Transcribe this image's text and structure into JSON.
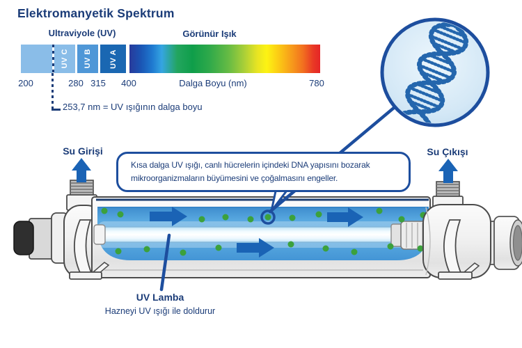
{
  "title": "Elektromanyetik Spektrum",
  "spectrum": {
    "uv_group_label": "Ultraviyole (UV)",
    "visible_label": "Görünür Işık",
    "bands": [
      {
        "label": "UV C"
      },
      {
        "label": "UV B"
      },
      {
        "label": "UV A"
      }
    ],
    "ticks": [
      "200",
      "280",
      "315",
      "400",
      "780"
    ],
    "axis_label": "Dalga Boyu (nm)",
    "note": "253,7 nm = UV ışığının dalga boyu"
  },
  "callout": {
    "line1": "Kısa dalga UV ışığı, canlı hücrelerin içindeki DNA yapısını bozarak",
    "line2": "mikroorganizmaların büyümesini ve çoğalmasını engeller."
  },
  "device": {
    "inlet_label": "Su Girişi",
    "outlet_label": "Su Çıkışı",
    "lamp_label": "UV Lamba",
    "lamp_sublabel": "Hazneyi UV ışığı ile doldurur"
  },
  "colors": {
    "navy_text": "#1b3c78",
    "outline_blue": "#1d4e9e",
    "arrow_blue": "#1a63b5",
    "water_blue": "#55a7e0",
    "microbe_green": "#3ca13c",
    "band_uvc": "#8abde8",
    "band_uvb": "#4f97d7",
    "band_uva": "#1a67b2"
  }
}
